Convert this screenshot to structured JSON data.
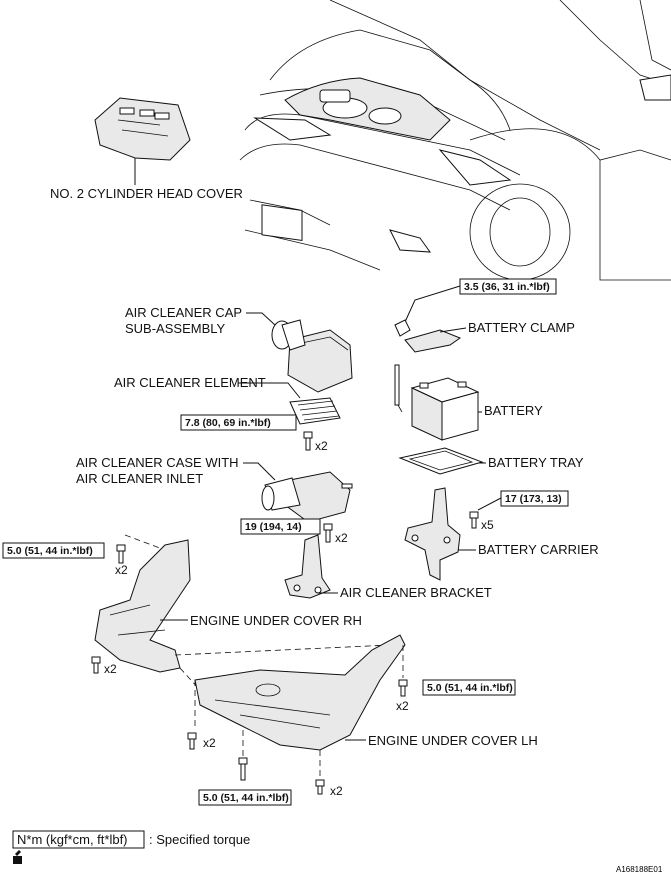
{
  "labels": {
    "cyl_head_cover": "NO. 2 CYLINDER HEAD COVER",
    "air_cleaner_cap_1": "AIR CLEANER CAP",
    "air_cleaner_cap_2": "SUB-ASSEMBLY",
    "air_cleaner_element": "AIR CLEANER ELEMENT",
    "air_cleaner_case_1": "AIR CLEANER CASE WITH",
    "air_cleaner_case_2": "AIR CLEANER INLET",
    "air_cleaner_bracket": "AIR CLEANER BRACKET",
    "battery_clamp": "BATTERY CLAMP",
    "battery": "BATTERY",
    "battery_tray": "BATTERY TRAY",
    "battery_carrier": "BATTERY CARRIER",
    "engine_under_cover_rh": "ENGINE UNDER COVER RH",
    "engine_under_cover_lh": "ENGINE UNDER COVER LH"
  },
  "torques": {
    "battery_clamp": "3.5 (36, 31 in.*lbf)",
    "air_cleaner_element": "7.8 (80, 69 in.*lbf)",
    "air_cleaner_case": "19 (194, 14)",
    "battery_carrier": "17 (173, 13)",
    "under_cover_rh_top": "5.0 (51, 44 in.*lbf)",
    "under_cover_lh_right": "5.0 (51, 44 in.*lbf)",
    "under_cover_bottom": "5.0 (51, 44 in.*lbf)"
  },
  "quantities": {
    "element_bolt": "x2",
    "case_bolt": "x2",
    "carrier_bolt": "x5",
    "rh_top_bolt": "x2",
    "rh_left_bolt": "x2",
    "lh_right_bolt": "x2",
    "lh_bottom_left_bolt": "x2",
    "lh_bottom_right_bolt": "x2"
  },
  "legend": {
    "unit_box": "N*m (kgf*cm, ft*lbf)",
    "description": ": Specified torque"
  },
  "figure_id": "A168188E01"
}
